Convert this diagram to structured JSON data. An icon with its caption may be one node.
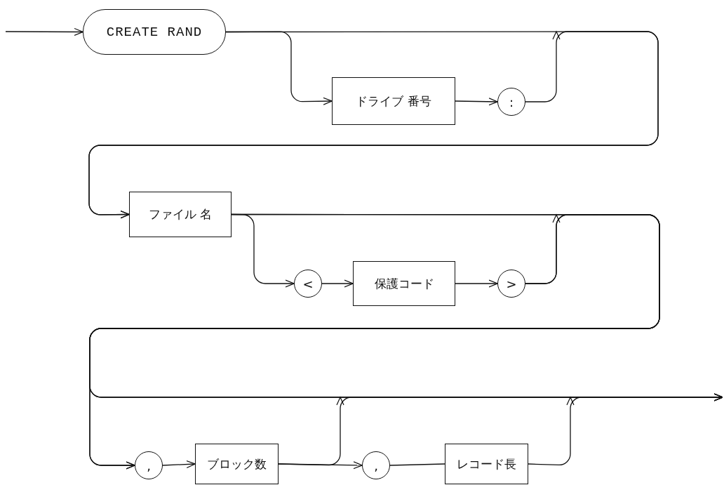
{
  "diagram": {
    "nodes": [
      {
        "text": [
          "CREATE RAND"
        ]
      },
      {
        "text": [
          "ドライブ 番号"
        ]
      },
      {
        "text": [
          ":"
        ]
      },
      {
        "text": [
          "ファイル 名"
        ]
      },
      {
        "text": [
          "<"
        ]
      },
      {
        "text": [
          "保護コード"
        ]
      },
      {
        "text": [
          ">"
        ]
      },
      {
        "text": [
          ","
        ]
      },
      {
        "text": [
          "ブロック数"
        ]
      },
      {
        "text": [
          ","
        ]
      },
      {
        "text": [
          "レコード長"
        ]
      }
    ],
    "edges": [
      {
        "from": null,
        "to": 0,
        "arrow": "to"
      },
      {
        "from": 0,
        "to": 1,
        "arrow": "to"
      },
      {
        "from": 1,
        "to": 2,
        "arrow": "to"
      },
      {
        "from": 0,
        "to": 3,
        "arrow": "to"
      },
      {
        "from": 2,
        "to": 3,
        "arrow": "to"
      },
      {
        "from": 3,
        "to": 4,
        "arrow": "to"
      },
      {
        "from": 4,
        "to": 5,
        "arrow": "to"
      },
      {
        "from": 5,
        "to": 6,
        "arrow": "to"
      },
      {
        "from": 3,
        "to": null,
        "arrow": "to"
      },
      {
        "from": 6,
        "to": null,
        "arrow": "to"
      },
      {
        "from": 3,
        "to": 7,
        "arrow": "to"
      },
      {
        "from": 6,
        "to": 7,
        "arrow": "to"
      },
      {
        "from": 7,
        "to": 8,
        "arrow": "to"
      },
      {
        "from": 8,
        "to": null,
        "arrow": "to"
      },
      {
        "from": 8,
        "to": 9,
        "arrow": "to"
      },
      {
        "from": 9,
        "to": 10,
        "arrow": "none"
      },
      {
        "from": 10,
        "to": null,
        "arrow": "to"
      }
    ]
  }
}
